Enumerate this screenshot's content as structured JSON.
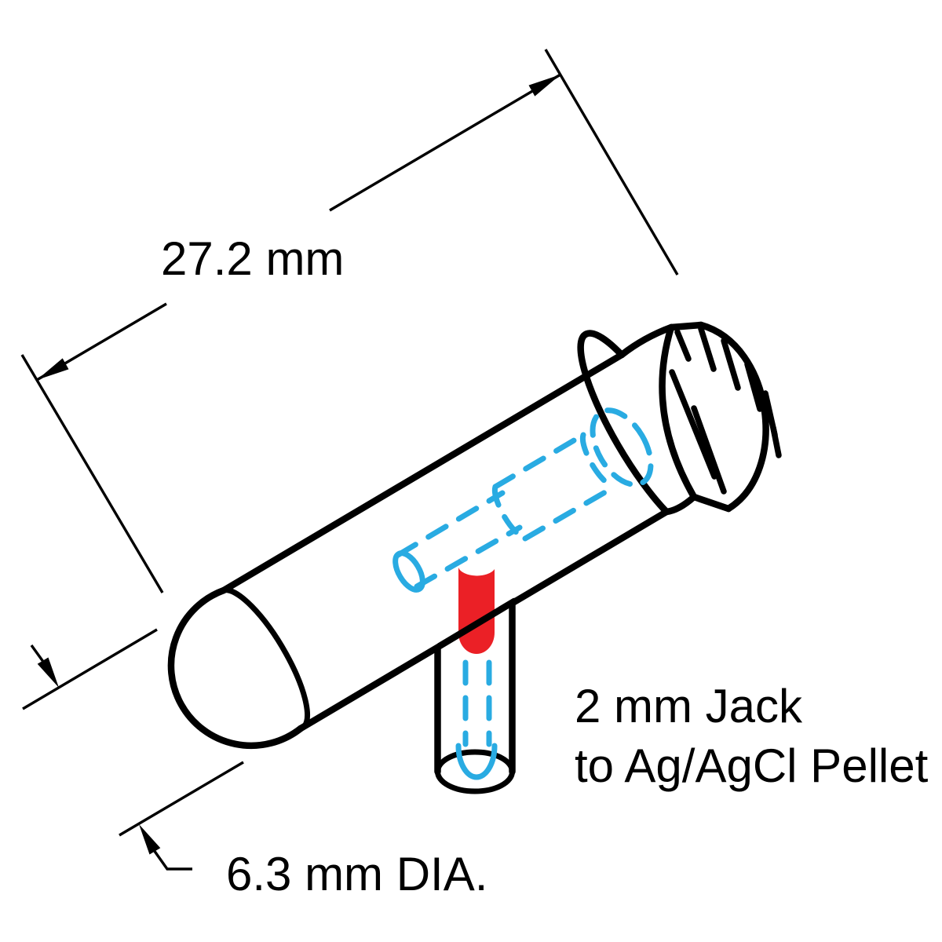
{
  "title": "Electrode holder with Ag/AgCl pellet - dimensioned technical drawing",
  "labels": {
    "length_dimension": "27.2 mm",
    "diameter_dimension": "6.3 mm DIA.",
    "jack_line1": "2 mm Jack",
    "jack_line2": "to Ag/AgCl Pellet"
  },
  "theme": {
    "background": "#FFFFFF",
    "line_black": "#000000",
    "hidden_line_blue": "#29ABE2",
    "pellet_red": "#EB2026"
  }
}
